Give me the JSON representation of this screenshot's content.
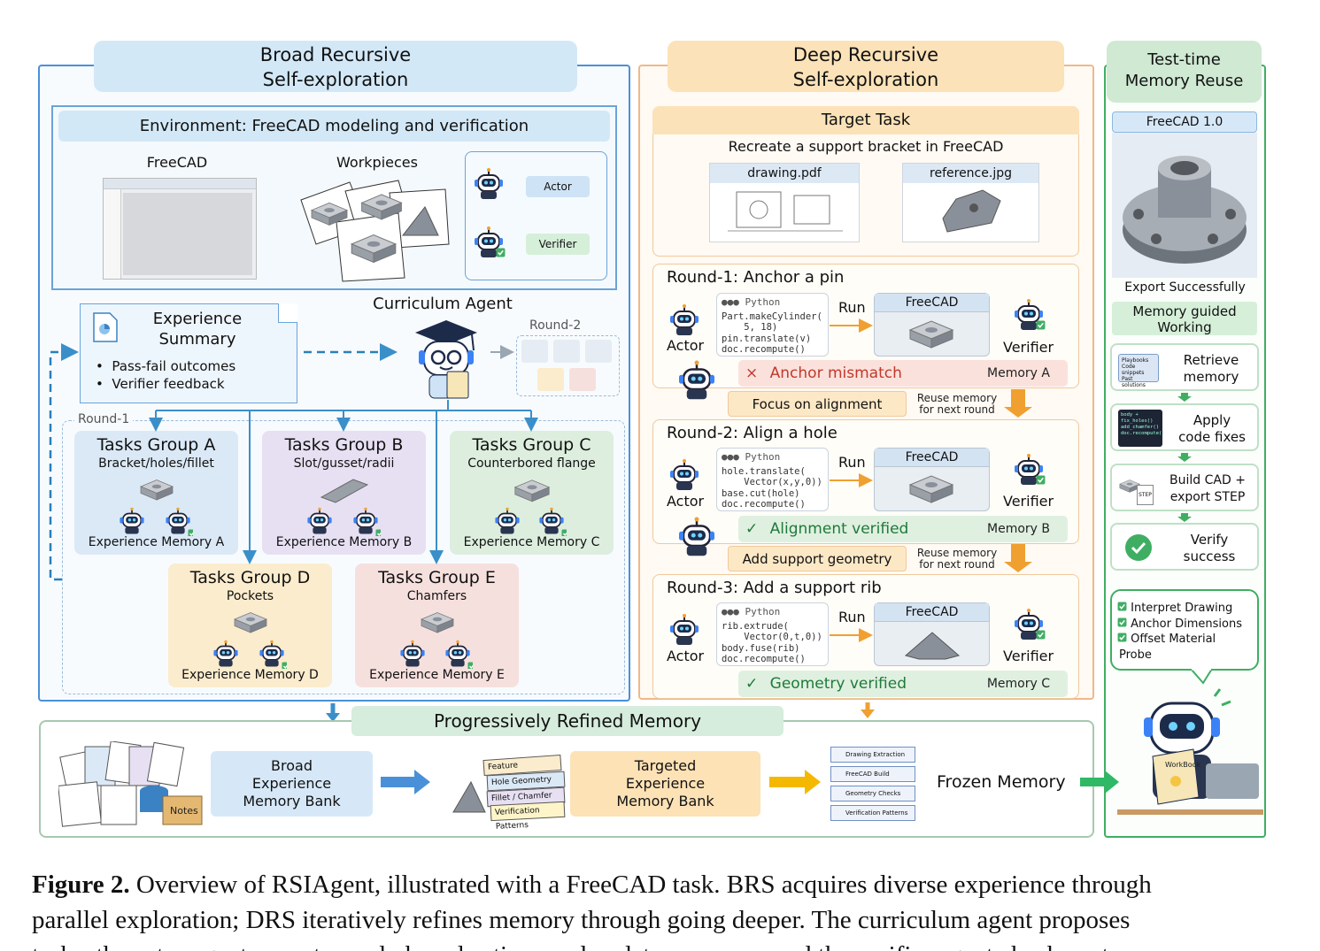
{
  "brs": {
    "title_line1": "Broad Recursive",
    "title_line2": "Self-exploration",
    "env_title": "Environment: FreeCAD modeling and verification",
    "freecad_label": "FreeCAD",
    "workpieces_label": "Workpieces",
    "actor_label": "Actor",
    "verifier_label": "Verifier",
    "curriculum_label": "Curriculum Agent",
    "summary_title_1": "Experience",
    "summary_title_2": "Summary",
    "summary_items": [
      "Pass-fail outcomes",
      "Verifier feedback"
    ],
    "round1_label": "Round-1",
    "round2_label": "Round-2",
    "groups": [
      {
        "title": "Tasks Group A",
        "subtitle": "Bracket/holes/fillet",
        "memory": "Experience Memory A"
      },
      {
        "title": "Tasks Group B",
        "subtitle": "Slot/gusset/radii",
        "memory": "Experience Memory B"
      },
      {
        "title": "Tasks Group C",
        "subtitle": "Counterbored flange",
        "memory": "Experience Memory C"
      },
      {
        "title": "Tasks Group D",
        "subtitle": "Pockets",
        "memory": "Experience Memory D"
      },
      {
        "title": "Tasks Group E",
        "subtitle": "Chamfers",
        "memory": "Experience Memory E"
      }
    ]
  },
  "drs": {
    "title_line1": "Deep Recursive",
    "title_line2": "Self-exploration",
    "target_title": "Target Task",
    "target_desc": "Recreate a support bracket in FreeCAD",
    "file1": "drawing.pdf",
    "file2": "reference.jpg",
    "python_label": "Python",
    "run_label": "Run",
    "freecad_label": "FreeCAD",
    "actor_label": "Actor",
    "verifier_label": "Verifier",
    "rounds": [
      {
        "title": "Round-1: Anchor a pin",
        "code": "Part.makeCylinder(\n    5, 18)\npin.translate(v)\ndoc.recompute()",
        "result": "Anchor mismatch",
        "result_mark": "×",
        "memory": "Memory A"
      },
      {
        "title": "Round-2: Align a hole",
        "code": "hole.translate(\n    Vector(x,y,0))\nbase.cut(hole)\ndoc.recompute()",
        "result": "Alignment verified",
        "result_mark": "✓",
        "memory": "Memory B"
      },
      {
        "title": "Round-3: Add a support rib",
        "code": "rib.extrude(\n    Vector(0,t,0))\nbody.fuse(rib)\ndoc.recompute()",
        "result": "Geometry verified",
        "result_mark": "✓",
        "memory": "Memory C"
      }
    ],
    "hints": [
      "Focus on alignment",
      "Add support geometry"
    ],
    "reuse_line1": "Reuse memory",
    "reuse_line2": "for next round"
  },
  "tmr": {
    "title_line1": "Test-time",
    "title_line2": "Memory Reuse",
    "version": "FreeCAD 1.0",
    "export": "Export Successfully",
    "guided_line1": "Memory guided",
    "guided_line2": "Working",
    "steps": [
      {
        "line1": "Retrieve",
        "line2": "memory",
        "icon_lines": [
          "Playbooks",
          "Code snippets",
          "Past solutions"
        ]
      },
      {
        "line1": "Apply",
        "line2": "code fixes",
        "icon_lines": [
          "body +",
          "fix_holes()",
          "add_chamfer()",
          "doc.recompute()"
        ]
      },
      {
        "line1": "Build CAD +",
        "line2": "export STEP",
        "icon_lines": [
          "STEP"
        ]
      },
      {
        "line1": "Verify",
        "line2": "success",
        "icon_lines": []
      }
    ],
    "checklist": [
      "Interpret Drawing",
      "Anchor Dimensions",
      "Offset Material",
      "Probe"
    ]
  },
  "bottom": {
    "title": "Progressively Refined Memory",
    "broad_line1": "Broad",
    "broad_line2": "Experience",
    "broad_line3": "Memory Bank",
    "notes_label": "Notes",
    "cards": [
      "Feature Anchoring",
      "Hole Geometry",
      "Fillet / Chamfer",
      "Verification Patterns"
    ],
    "targeted_line1": "Targeted",
    "targeted_line2": "Experience",
    "targeted_line3": "Memory Bank",
    "frozen_cards": [
      "Drawing Extraction",
      "FreeCAD Build",
      "Geometry Checks",
      "Verification Patterns"
    ],
    "frozen": "Frozen Memory",
    "workbook": "WorkBook"
  },
  "caption": {
    "label": "Figure 2.",
    "line1": " Overview of RSIAgent, illustrated with a FreeCAD task. BRS acquires diverse experience through",
    "line2": "parallel exploration; DRS iteratively refines memory through going deeper. The curriculum agent proposes",
    "line3": "tasks, the actor agent executes code-based actions and updates memory, and the verifier agent checks outcomes."
  },
  "colors": {
    "brs_border": "#4a90d9",
    "drs_border": "#f0b88a",
    "tmr_border": "#3fae63",
    "bottom_border": "#a8c8b0",
    "group_a": "#dbe9f7",
    "group_b": "#e7e0f3",
    "group_c": "#ddeedf",
    "group_d": "#fbeccd",
    "group_e": "#f6e0de"
  }
}
